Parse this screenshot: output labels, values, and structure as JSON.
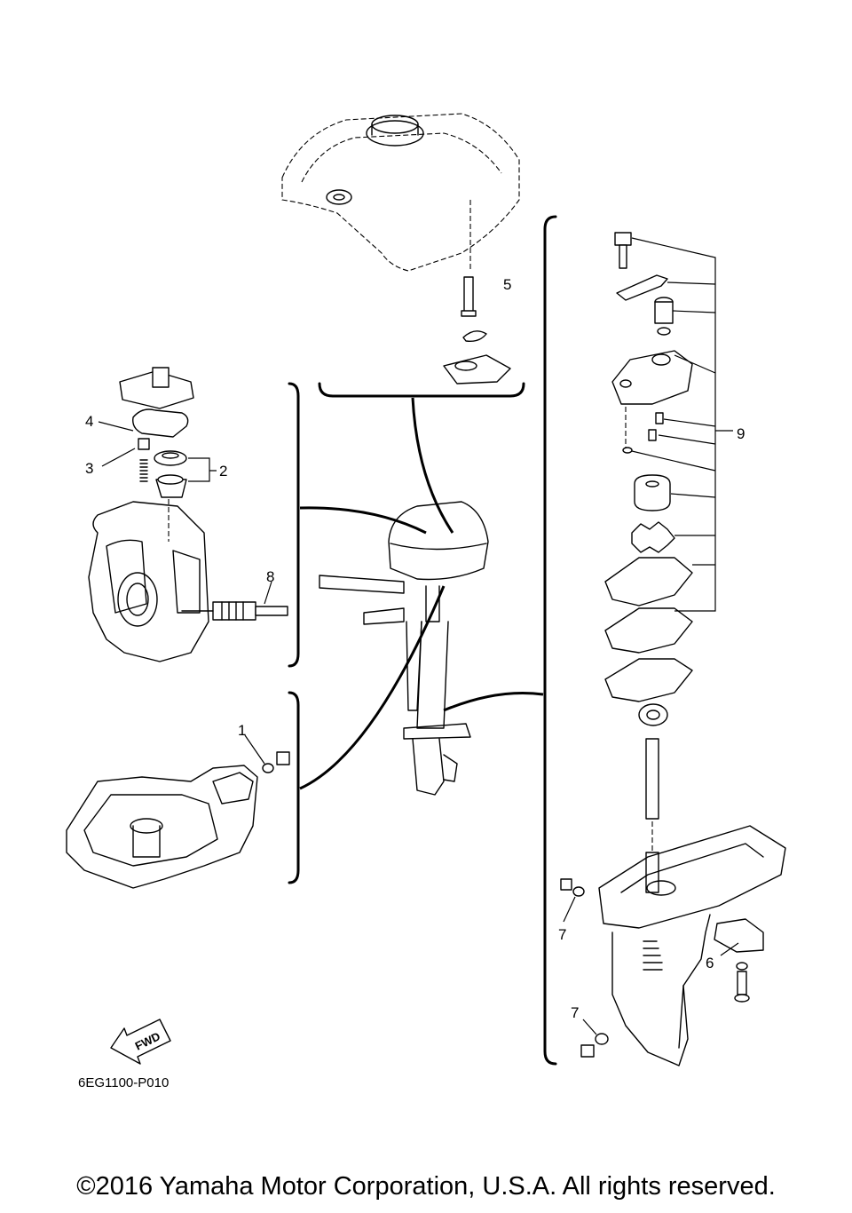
{
  "callouts": {
    "c1": "1",
    "c2": "2",
    "c3": "3",
    "c4": "4",
    "c5": "5",
    "c6": "6",
    "c7a": "7",
    "c7b": "7",
    "c8": "8",
    "c9": "9"
  },
  "fwd_label": "FWD",
  "part_code": "6EG1100-P010",
  "copyright": "©2016 Yamaha Motor Corporation, U.S.A. All rights reserved."
}
